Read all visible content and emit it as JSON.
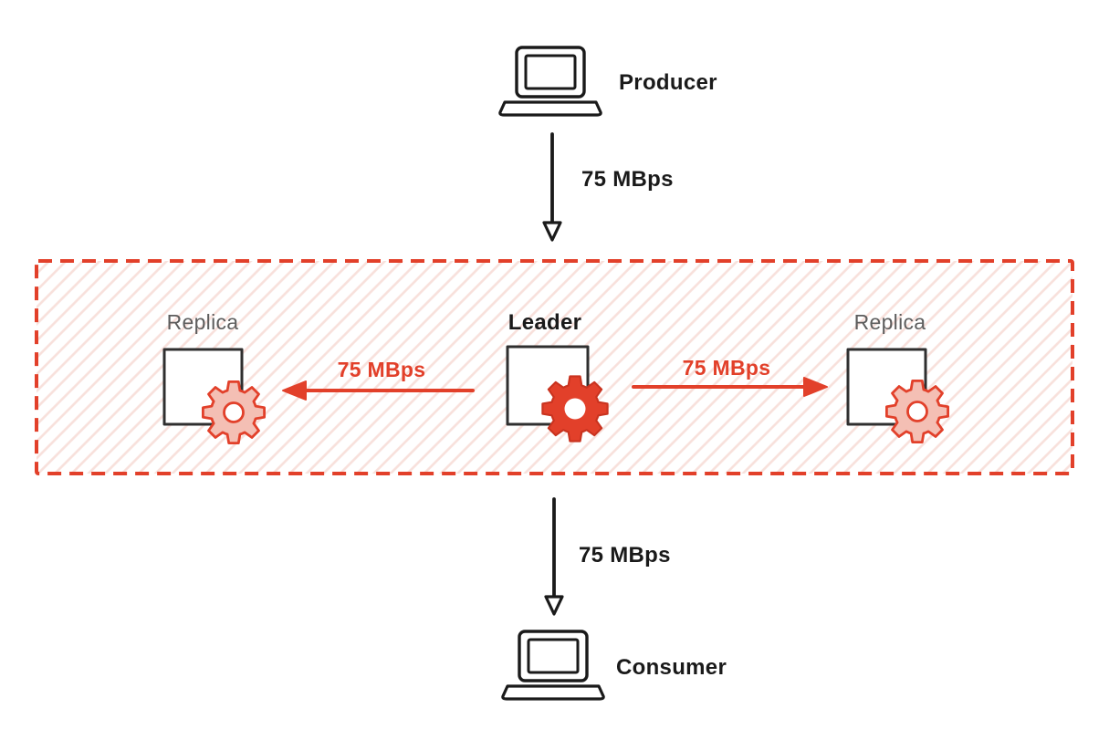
{
  "nodes": {
    "producer": {
      "label": "Producer"
    },
    "consumer": {
      "label": "Consumer"
    },
    "leader": {
      "label": "Leader"
    },
    "replica_left": {
      "label": "Replica"
    },
    "replica_right": {
      "label": "Replica"
    }
  },
  "edges": {
    "producer_to_cluster": {
      "label": "75 MBps"
    },
    "leader_to_left_replica": {
      "label": "75 MBps"
    },
    "leader_to_right_replica": {
      "label": "75 MBps"
    },
    "cluster_to_consumer": {
      "label": "75 MBps"
    }
  },
  "colors": {
    "accent_red": "#e2402a",
    "replica_gear_fill": "#f4bfb4",
    "hatch_pink": "#f8e0db",
    "ink_black": "#1a1a1a",
    "label_gray": "#5d5d5d"
  }
}
